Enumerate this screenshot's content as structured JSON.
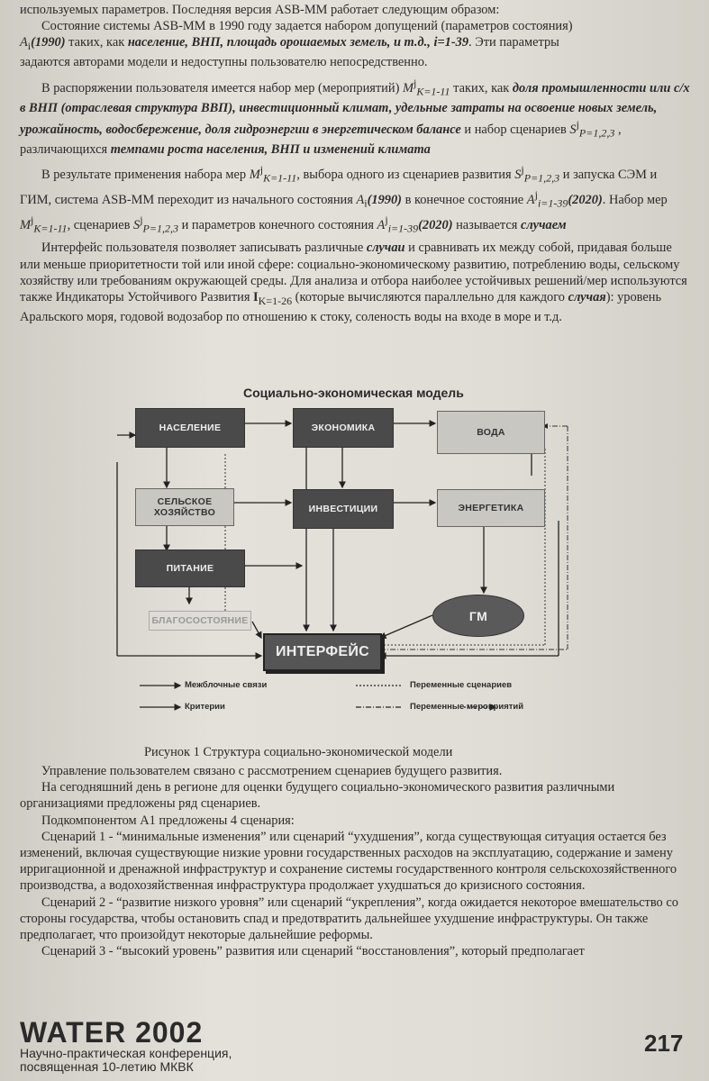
{
  "para1": {
    "l1": "используемых параметров. Последняя версия ASB-MM работает следующим образом:",
    "l2": "Состояние системы ASB-MM в 1990 году задается набором допущений (параметров состояния)",
    "l3a": "A",
    "l3b": "i",
    "l3c": "(1990)",
    "l3d": " таких, как ",
    "l3e": "население, ВНП, площадь орошаемых земель, и т.д., i=1-39",
    "l3f": ". Эти параметры",
    "l4": "задаются авторами модели и недоступны пользователю непосредственно."
  },
  "para2": {
    "a": "В распоряжении пользователя имеется набор мер (мероприятий) ",
    "b": "M",
    "c": "j",
    "d": "K=1-11",
    "e": " таких, как ",
    "f": "доля промышленности или с/х в ВНП (отраслевая структура ВВП), инвестиционный климат, удельные затраты на освоение новых земель, урожайность, водосбережение, доля гидроэнергии в энергетическом балансе",
    "g": " и набор сценариев ",
    "h": "S",
    "i": "j",
    "j": "P=1,2,3",
    "k": " , различающихся ",
    "l": "темпами роста населения, ВНП и изменений климата"
  },
  "para3": {
    "a": "В результате применения набора мер ",
    "b": "M",
    "c": "j",
    "d": "K=1-11",
    "e": ", выбора одного из сценариев развития ",
    "f": "S",
    "g": "j",
    "h": "P=1,2,3",
    "i": " и запуска СЭМ и ГИМ, система ASB-MM переходит из начального состояния ",
    "j": "A",
    "k": "i",
    "l": "(1990)",
    "m": " в конечное состояние ",
    "n": "A",
    "o": "j",
    "p": "i=1-39",
    "q": "(2020)",
    "r": ". Набор мер ",
    "s": "M",
    "t": "j",
    "u": "K=1-11",
    "v": ", сценариев ",
    "w": "S",
    "x": "j",
    "y": "P=1,2,3",
    "z": " и параметров конечного состояния ",
    "aa": "A",
    "ab": "j",
    "ac": "i=1-39",
    "ad": "(2020)",
    "ae": " называется ",
    "af": "случаем"
  },
  "para4": {
    "a": "Интерфейс пользователя позволяет записывать различные ",
    "b": "случаи",
    "c": " и сравнивать их между собой, придавая больше или меньше приоритетности той или иной сфере: социально-экономическому развитию, потреблению воды, сельскому хозяйству или требованиям окружающей среды. Для анализа и отбора наиболее устойчивых решений/мер используются также Индикаторы Устойчивого Развития ",
    "d": "I",
    "e": "K=1-26",
    "f": " (которые вычисляются параллельно для каждого ",
    "g": "случая",
    "h": "): уровень Аральского моря, годовой водозабор по отношению к стоку, соленость воды на входе в море и т.д."
  },
  "diagram": {
    "title": "Социально-экономическая модель",
    "boxes": {
      "population": "НАСЕЛЕНИЕ",
      "economy": "ЭКОНОМИКА",
      "water": "ВОДА",
      "agriculture_l1": "СЕЛЬСКОЕ",
      "agriculture_l2": "ХОЗЯЙСТВО",
      "investments": "ИНВЕСТИЦИИ",
      "energy": "ЭНЕРГЕТИКА",
      "nutrition": "ПИТАНИЕ",
      "gm": "ГМ",
      "welfare": "БЛАГОСОСТОЯНИЕ",
      "interface": "ИНТЕРФЕЙС"
    },
    "legend": {
      "interblock": "Межблочные связи",
      "criteria": "Критерии",
      "scenario_vars": "Переменные сценариев",
      "measure_vars": "Переменные мероприятий"
    }
  },
  "caption": "Рисунок 1 Структура социально-экономической модели",
  "body": {
    "p1": "Управление пользователем связано с рассмотрением сценариев будущего развития.",
    "p2": "На сегодняшний день в регионе для оценки будущего социально-экономического развития различными организациями предложены ряд сценариев.",
    "p3": "Подкомпонентом А1 предложены 4 сценария:",
    "p4": "Сценарий 1 - “минимальные изменения” или сценарий “ухудшения”, когда существующая ситуация остается без изменений, включая существующие низкие уровни государственных расходов на эксплуатацию, содержание и замену ирригационной и дренажной инфраструктур и сохранение системы государственного контроля сельскохозяйственного производства, а водохозяйственная инфраструктура продолжает ухудшаться до кризисного состояния.",
    "p5": "Сценарий 2 - “развитие низкого уровня” или сценарий “укрепления”, когда ожидается некоторое вмешательство со стороны государства, чтобы остановить спад и предотвратить дальнейшее ухудшение инфраструктуры. Он также предполагает, что произойдут некоторые дальнейшие реформы.",
    "p6": "Сценарий 3 - “высокий уровень” развития или сценарий “восстановления”, который предполагает"
  },
  "footer": {
    "logo": "WATER 2002",
    "sub_l1": "Научно-практическая конференция,",
    "sub_l2": "посвященная 10-летию МКВК",
    "page": "217"
  }
}
